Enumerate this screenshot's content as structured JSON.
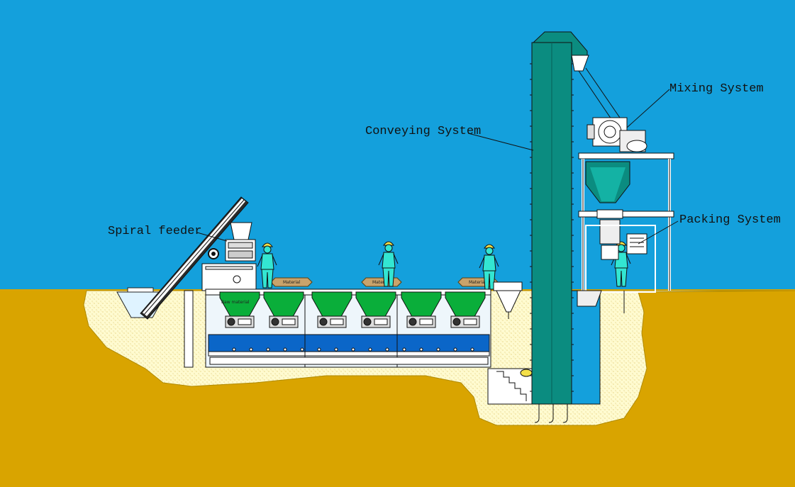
{
  "labels": {
    "spiral_feeder": "Spiral feeder",
    "conveying_system": "Conveying System",
    "mixing_system": "Mixing System",
    "packing_system": "Packing System"
  },
  "bag_labels": [
    "Material",
    "Material",
    "Material"
  ],
  "hopper_label": "Raw material",
  "colors": {
    "sky": "#14a0dc",
    "ground": "#d9a400",
    "pit_fill": "#fffbd0",
    "tower": "#0b8c80",
    "hopper_green": "#0aae3a",
    "worker": "#33e6d2",
    "belt_blue": "#0b66c8"
  }
}
